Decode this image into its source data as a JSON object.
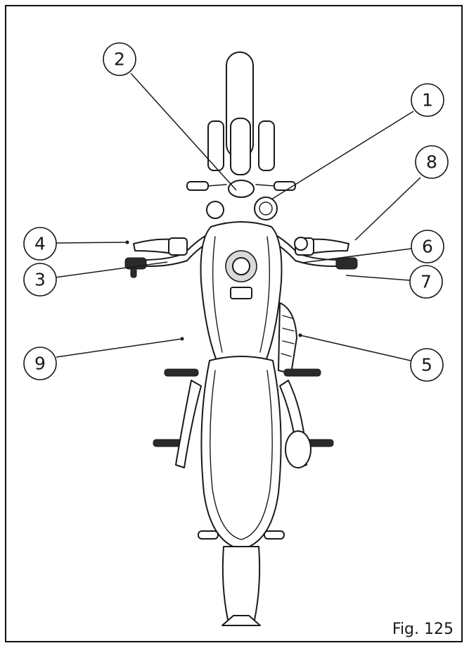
{
  "figure": {
    "caption": "Fig. 125"
  },
  "callouts": [
    {
      "id": "1",
      "label": "1"
    },
    {
      "id": "2",
      "label": "2"
    },
    {
      "id": "3",
      "label": "3"
    },
    {
      "id": "4",
      "label": "4"
    },
    {
      "id": "5",
      "label": "5"
    },
    {
      "id": "6",
      "label": "6"
    },
    {
      "id": "7",
      "label": "7"
    },
    {
      "id": "8",
      "label": "8"
    },
    {
      "id": "9",
      "label": "9"
    }
  ],
  "colors": {
    "line": "#1a1a1a",
    "background": "#ffffff"
  }
}
